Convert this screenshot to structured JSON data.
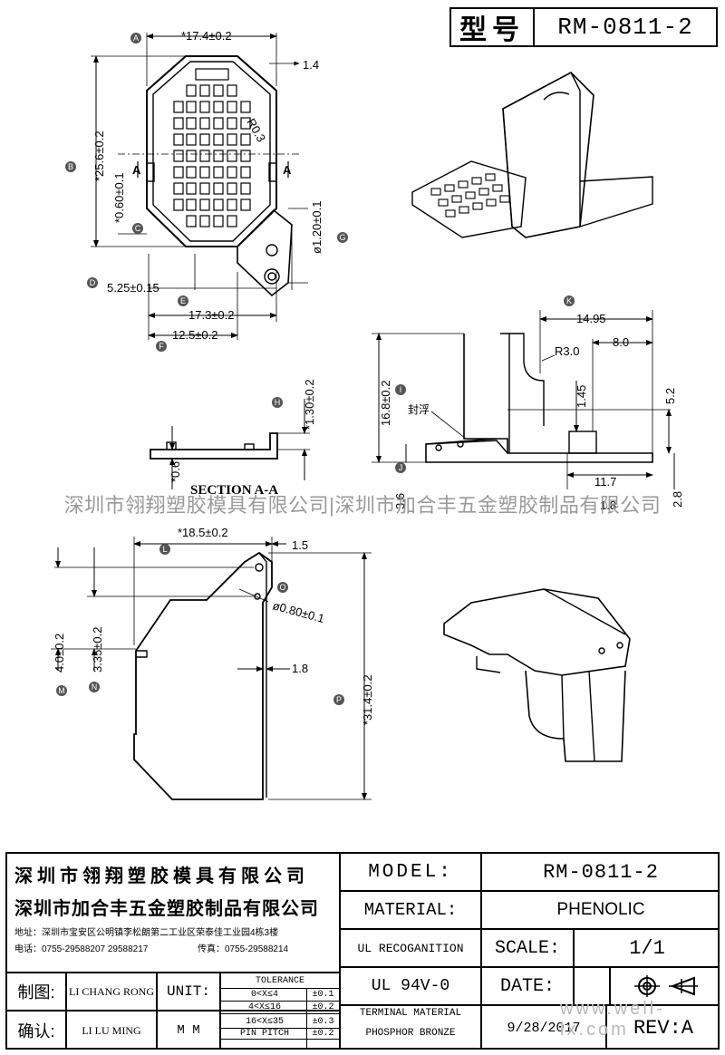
{
  "header": {
    "model_label": "型号",
    "model_value": "RM-0811-2"
  },
  "watermark": {
    "text": "深圳市翎翔塑胶模具有限公司|深圳市加合丰五金塑胶制品有限公司",
    "site": "www.well-lx.com"
  },
  "drawing": {
    "top_view": {
      "dim_width": "*17.4±0.2",
      "dim_1_4": "1.4",
      "dim_height": "*25.6±0.2",
      "dim_r": "R0.3",
      "dim_060": "*0.60±0.1",
      "dim_120": "ø1.20±0.1",
      "dim_525": "5.25±0.15",
      "dim_173": "17.3±0.2",
      "dim_125": "12.5±0.2",
      "section_mark": "A"
    },
    "section": {
      "title": "SECTION A-A",
      "dim_130": "*1.30±0.2",
      "dim_06": "*0.6"
    },
    "side_view": {
      "dim_1495": "14.95",
      "dim_r30": "R3.0",
      "dim_80": "8.0",
      "dim_168": "16.8±0.2",
      "dim_145": "1.45",
      "dim_52": "5.2",
      "label_cn": "封浮",
      "dim_117": "11.7",
      "dim_36": "3.6",
      "dim_18": "1.8",
      "dim_28": "2.8"
    },
    "front_view": {
      "dim_185": "*18.5±0.2",
      "dim_15": "1.5",
      "dim_080": "ø0.80±0.1",
      "dim_40": "4.0±0.2",
      "dim_335": "3.35±0.2",
      "dim_18": "1.8",
      "dim_314": "*31.4±0.2"
    },
    "balloons": [
      "A",
      "B",
      "C",
      "D",
      "E",
      "F",
      "G",
      "H",
      "I",
      "J",
      "K",
      "L",
      "M",
      "N",
      "O",
      "P"
    ]
  },
  "title_block": {
    "company1": "深圳市翎翔塑胶模具有限公司",
    "company2": "深圳市加合丰五金塑胶制品有限公司",
    "address": "地址：深圳市宝安区公明镇李松朗第二工业区荣泰佳工业园4栋3楼",
    "phone": "电话：0755-29588207  29588217",
    "fax": "传真：0755-29588214",
    "model_label": "MODEL:",
    "model_value": "RM-0811-2",
    "material_label": "MATERIAL:",
    "material_value": "PHENOLIC",
    "ul_label": "UL RECOGANITION",
    "scale_label": "SCALE:",
    "scale_value": "1/1",
    "ul_value": "UL 94V-0",
    "date_label": "DATE:",
    "drawn_label": "制图:",
    "drawn_value": "LI CHANG RONG",
    "unit_label": "UNIT:",
    "unit_value": "M M",
    "checked_label": "确认:",
    "checked_value": "LI LU MING",
    "tolerance_title": "TOLERANCE",
    "tolerances": [
      {
        "range": "0<X≤4",
        "tol": "±0.1"
      },
      {
        "range": "4<X≤16",
        "tol": "±0.2"
      },
      {
        "range": "16<X≤35",
        "tol": "±0.3"
      },
      {
        "range": "PIN PITCH",
        "tol": "±0.2"
      }
    ],
    "terminal_material_line1": "TERMINAL MATERIAL",
    "terminal_material_line2": "PHOSPHOR  BRONZE",
    "date_value": "9/28/2017",
    "rev_label": "REV:",
    "rev_value": "A"
  }
}
